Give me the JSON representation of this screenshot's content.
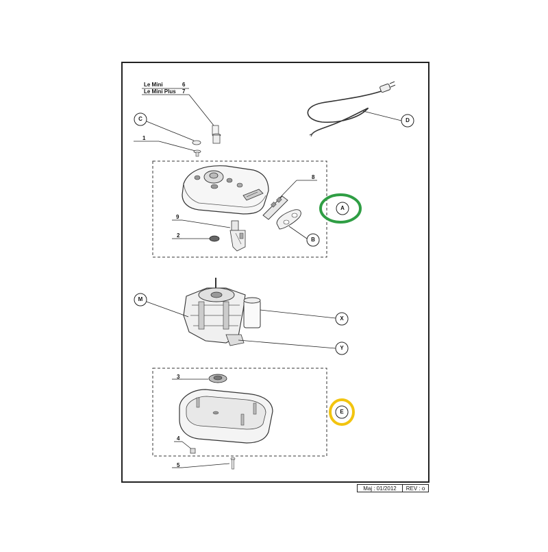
{
  "model_labels": {
    "le_mini": "Le Mini",
    "le_mini_qty": "6",
    "le_mini_plus": "Le Mini Plus",
    "le_mini_plus_qty": "7"
  },
  "callouts": {
    "one": "1",
    "two": "2",
    "three": "3",
    "four": "4",
    "five": "5",
    "eight": "8",
    "nine": "9",
    "a": "A",
    "b": "B",
    "c": "C",
    "d": "D",
    "e": "E",
    "m": "M",
    "x": "X",
    "y": "Y"
  },
  "footer": {
    "date": "Maj : 01/2012",
    "rev": "REV : o"
  },
  "highlights": {
    "a_color": "#2f9e44",
    "e_color": "#f2c40f"
  }
}
